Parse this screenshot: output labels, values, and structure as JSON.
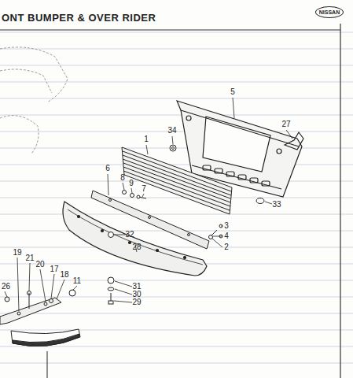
{
  "diagram": {
    "title": "ONT BUMPER & OVER RIDER",
    "nodes": [
      {
        "text": [
          "NISSAN"
        ]
      }
    ],
    "labels": [
      "5",
      "27",
      "34",
      "1",
      "33",
      "6",
      "8",
      "9",
      "7",
      "3",
      "4",
      "2",
      "32",
      "28",
      "19",
      "21",
      "20",
      "17",
      "18",
      "11",
      "26",
      "31",
      "30",
      "29"
    ]
  }
}
